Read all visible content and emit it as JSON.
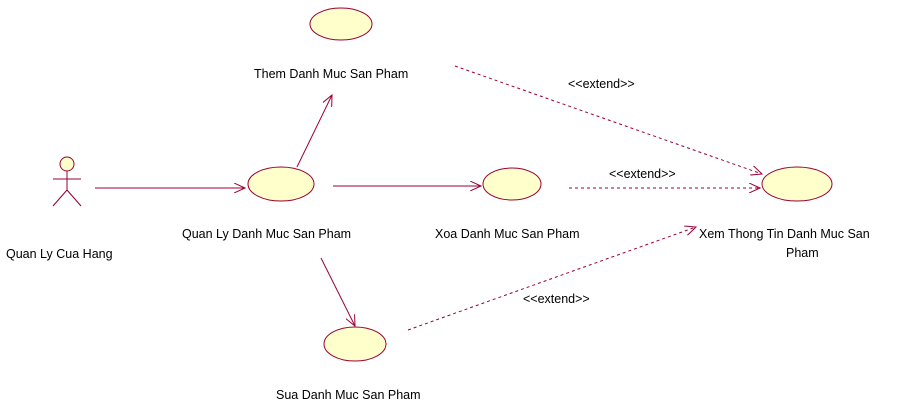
{
  "diagram": {
    "actor": {
      "name": "Quan Ly Cua Hang"
    },
    "use_cases": {
      "manage": "Quan Ly Danh Muc San Pham",
      "add": "Them Danh Muc San Pham",
      "delete": "Xoa Danh Muc San Pham",
      "edit": "Sua Danh Muc San Pham",
      "view_line1": "Xem Thong Tin Danh Muc San",
      "view_line2": "Pham"
    },
    "stereotypes": {
      "extend_add": "<<extend>>",
      "extend_delete": "<<extend>>",
      "extend_edit": "<<extend>>"
    },
    "colors": {
      "usecase_fill": "#FFFFCC",
      "line": "#990033",
      "outline": "#990033",
      "text": "#000000"
    }
  }
}
